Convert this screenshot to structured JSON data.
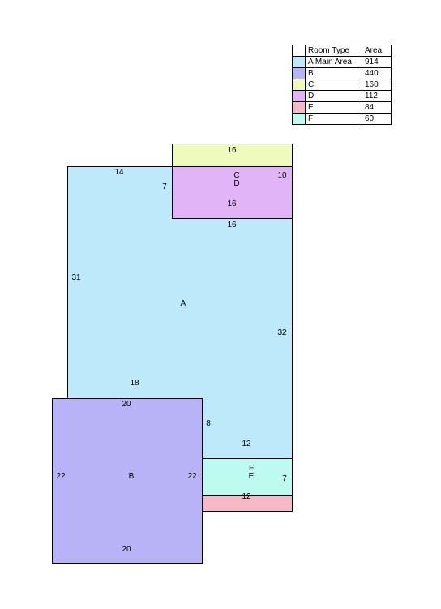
{
  "legend": {
    "header": {
      "type": "Room Type",
      "area": "Area"
    },
    "rows": [
      {
        "label": "A Main Area",
        "area": "914",
        "color": "#bde9fb"
      },
      {
        "label": "B",
        "area": "440",
        "color": "#b8b3f7"
      },
      {
        "label": "C",
        "area": "160",
        "color": "#eefbbd"
      },
      {
        "label": "D",
        "area": "112",
        "color": "#e1b3f7"
      },
      {
        "label": "E",
        "area": "84",
        "color": "#f7b8c8"
      },
      {
        "label": "F",
        "area": "60",
        "color": "#bdfbf1"
      }
    ]
  },
  "rooms": {
    "A": {
      "letter": "A",
      "dims": [
        "14",
        "7",
        "16",
        "31",
        "32",
        "18",
        "8",
        "12"
      ]
    },
    "B": {
      "letter": "B",
      "dims": [
        "20",
        "22",
        "22",
        "20"
      ]
    },
    "C": {
      "letter": "C",
      "dims": [
        "16",
        "10"
      ]
    },
    "D": {
      "letter": "D",
      "dims": [
        "16"
      ]
    },
    "E": {
      "letter": "E",
      "dims": [
        "7"
      ]
    },
    "F": {
      "letter": "F",
      "dims": [
        "12"
      ]
    }
  }
}
